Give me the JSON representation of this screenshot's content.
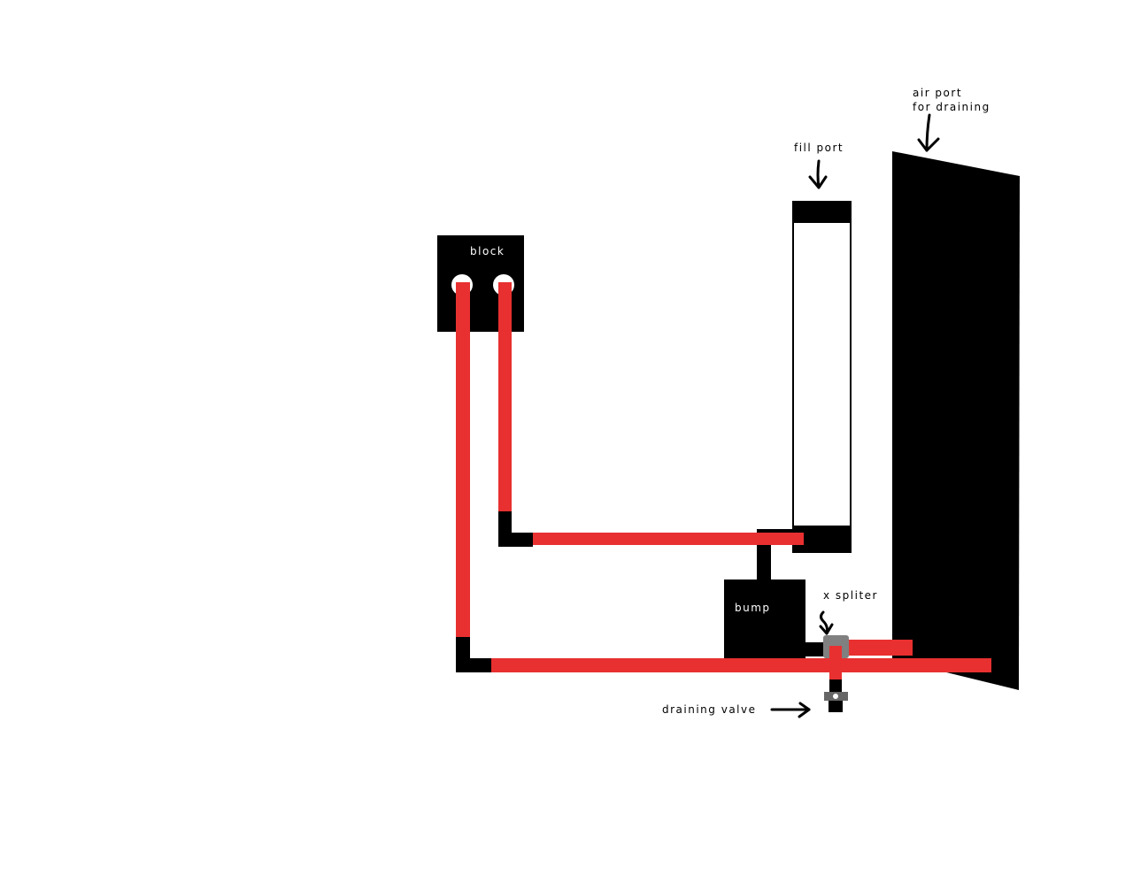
{
  "labels": {
    "block": "block",
    "fill_port": "fill port",
    "air_port_line1": "air port",
    "air_port_line2": "for draining",
    "bump": "bump",
    "x_spliter": "x spliter",
    "draining_valve": "draining valve"
  },
  "colors": {
    "tube": "#e83030",
    "component": "#000000",
    "fitting": "#808080",
    "background": "#ffffff"
  }
}
